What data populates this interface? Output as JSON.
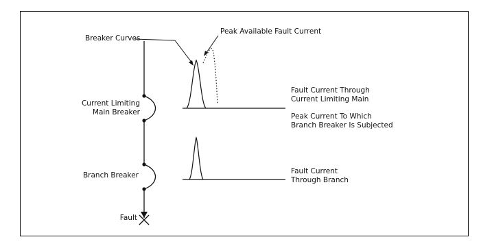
{
  "labels": {
    "breaker_curves": "Breaker Curves",
    "peak_available_fault_current": "Peak Available Fault Current",
    "fault_current_through_current_limiting_main": [
      "Fault Current Through",
      "Current Limiting Main"
    ],
    "peak_current_branch_breaker_subjected": [
      "Peak Current To Which",
      "Branch Breaker Is Subjected"
    ],
    "current_limiting_main_breaker": [
      "Current Limiting",
      "Main Breaker"
    ],
    "branch_breaker": "Branch Breaker",
    "fault_current_through_branch": [
      "Fault Current",
      "Through Branch"
    ],
    "fault": "Fault"
  },
  "colors": {
    "stroke": "#111111",
    "background": "#ffffff"
  }
}
